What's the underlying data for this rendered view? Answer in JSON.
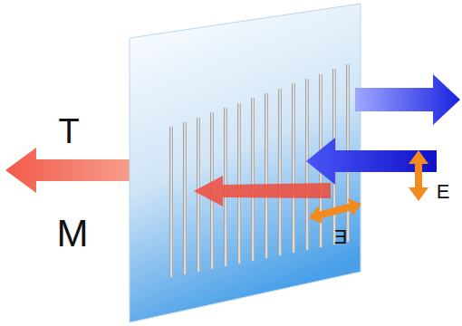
{
  "diagram": {
    "labels": [
      "T",
      "M",
      "Ǝ",
      "E"
    ]
  }
}
